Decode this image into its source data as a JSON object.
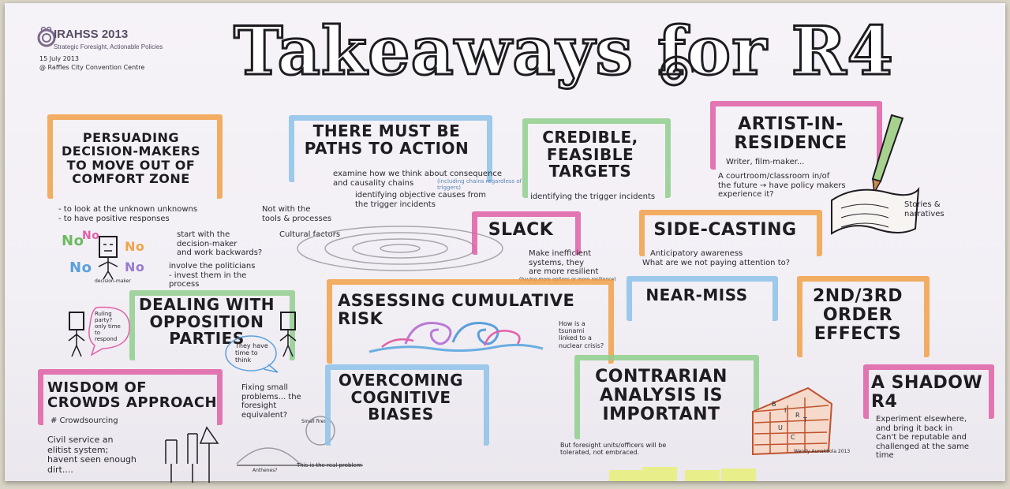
{
  "header": {
    "logo_text": "IRAHSS 2013",
    "logo_tagline": "Strategic Foresight, Actionable Policies",
    "date": "15 July 2013",
    "venue": "@ Raffles City Convention Centre",
    "title": "Takeaways for R4"
  },
  "sections": {
    "persuading": {
      "heading": "PERSUADING\nDECISION-MAKERS\nTO MOVE OUT OF\nCOMFORT ZONE",
      "notes": "- to look at the unknown unknowns\n- to have positive responses",
      "no_word": "No",
      "figure_caption": "decision-maker"
    },
    "paths": {
      "heading": "THERE MUST BE\nPATHS TO ACTION",
      "note1": "examine how we think about consequence\nand causality chains",
      "note1_aside": "(including chains regardless of triggers)",
      "note2": "identifying objective causes from\nthe trigger incidents"
    },
    "credible": {
      "heading": "CREDIBLE,\nFEASIBLE\nTARGETS",
      "note": "identifying the trigger incidents"
    },
    "artist": {
      "heading": "ARTIST-IN-\nRESIDENCE",
      "sub": "Writer, film-maker...",
      "note": "A courtroom/classroom in/of\nthe future → have policy makers\nexperience it?",
      "scroll_note": "Stories &\nnarratives"
    },
    "middle_notes": {
      "tools": "Not with the\ntools & processes",
      "cultural": "Cultural factors",
      "start": "start with the\ndecision-maker\nand work backwards?",
      "politicians": "involve the politicians\n- invest them in the\nprocess"
    },
    "slack": {
      "heading": "SLACK",
      "note": "Make inefficient\nsystems, they\nare more resilient",
      "aside": "(having more options or more resilience)"
    },
    "side_casting": {
      "heading": "SIDE-CASTING",
      "note1": "Anticipatory awareness",
      "note2": "What are we not paying attention to?"
    },
    "near_miss": {
      "heading": "NEAR-MISS"
    },
    "order_effects": {
      "heading": "2ND/3RD\nORDER\nEFFECTS"
    },
    "opposition": {
      "heading": "DEALING WITH\nOPPOSITION\nPARTIES",
      "bubble_left": "Ruling\nparty?\nonly time\nto\nrespond",
      "bubble_right": "They have\ntime to\nthink"
    },
    "assessing": {
      "heading": "ASSESSING CUMULATIVE\nRISK",
      "note": "How is a\ntsunami\nlinked to a\nnuclear crisis?"
    },
    "wisdom": {
      "heading": "WISDOM OF\nCROWDS APPROACH",
      "hashtag": "# Crowdsourcing",
      "note": "Civil service an\nelitist system;\nhavent seen enough\ndirt...."
    },
    "fixing": {
      "note": "Fixing small\nproblems... the\nforesight\nequivalent?",
      "small_label": "Small fires",
      "ant_label": "Anthenes?",
      "problem": "This is the real problem"
    },
    "cognitive": {
      "heading": "OVERCOMING\nCOGNITIVE\nBIASES"
    },
    "contrarian": {
      "heading": "CONTRARIAN\nANALYSIS IS\nIMPORTANT",
      "note": "But foresight units/officers will be\ntolerated, not embraced.",
      "brick_letters": [
        "B",
        "I",
        "R",
        "T",
        "U",
        "C"
      ]
    },
    "shadow": {
      "heading": "A SHADOW\nR4",
      "note": "Experiment elsewhere,\nand bring it back in\nCan't be reputable and\nchallenged at the same\ntime"
    }
  },
  "signature": "Wendy Aunakbola 2013",
  "colors": {
    "orange": "#f2a24a",
    "blue": "#8ec3ea",
    "green": "#92cf8e",
    "pink": "#e160a8",
    "ink": "#1e1c20",
    "sticky": "#e8ef8a"
  }
}
